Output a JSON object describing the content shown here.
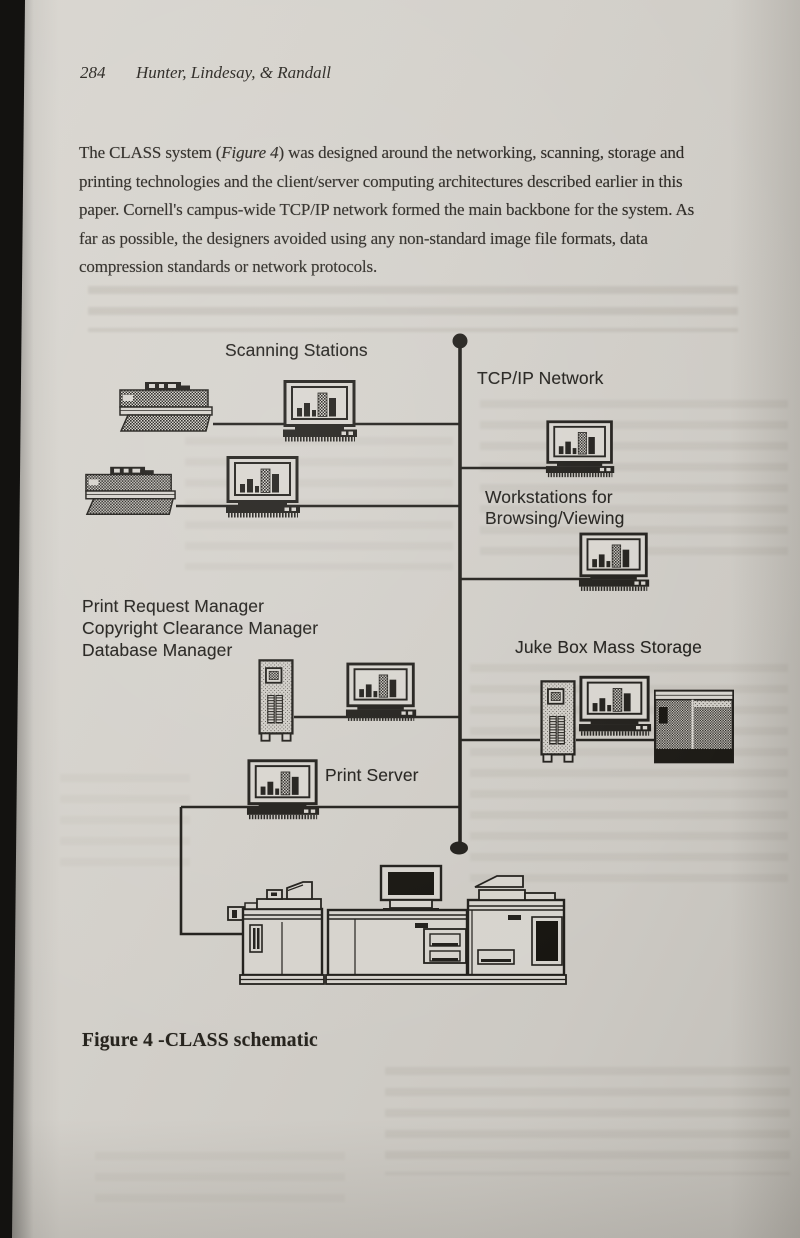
{
  "page": {
    "number": "284",
    "running_head": "Hunter, Lindesay, & Randall",
    "paragraph": {
      "line1_pre": "The CLASS system (",
      "line1_italic": "Figure 4",
      "line1_post": ") was designed around the networking, scanning, storage and",
      "line2": "printing technologies and the client/server computing architectures described earlier in this",
      "line3": "paper. Cornell's campus-wide TCP/IP network formed the main backbone for the system. As",
      "line4": "far as possible, the designers avoided using any non-standard image file formats, data",
      "line5": "compression standards or network protocols."
    },
    "caption": "Figure 4 -CLASS schematic"
  },
  "figure": {
    "labels": {
      "scanning_stations": "Scanning Stations",
      "network": "TCP/IP Network",
      "workstations_line1": "Workstations for",
      "workstations_line2": "Browsing/Viewing",
      "manager_line1": "Print Request Manager",
      "manager_line2": "Copyright Clearance Manager",
      "manager_line3": "Database Manager",
      "jukebox": "Juke Box Mass Storage",
      "print_server": "Print Server"
    },
    "icons": {
      "scanner": "scanner-icon",
      "workstation": "workstation-icon",
      "server_tower": "server-tower-icon",
      "jukebox_unit": "jukebox-icon",
      "production_printer": "production-printer-icon",
      "backbone": "network-backbone-line",
      "node_dot": "network-node-dot"
    }
  },
  "colors": {
    "paper": "#d3d0ca",
    "ink": "#26241f",
    "diagram_ink": "#201e1a"
  }
}
